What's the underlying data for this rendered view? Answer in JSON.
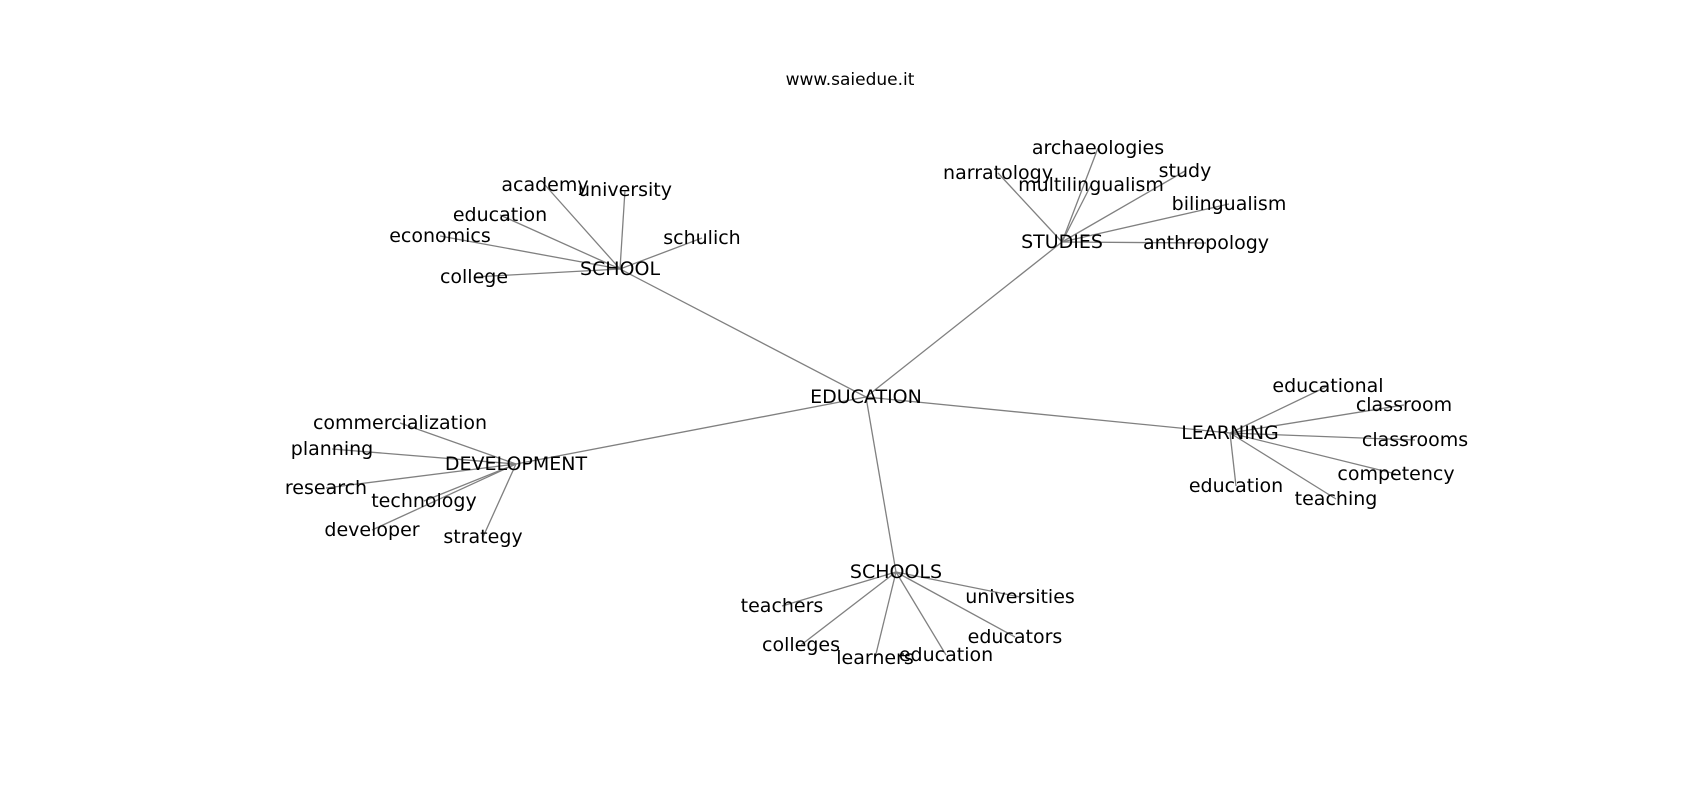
{
  "title": "www.saiedue.it",
  "graph": {
    "center": "EDUCATION",
    "hubs": [
      {
        "id": "school",
        "label": "SCHOOL",
        "leaves": [
          "academy",
          "university",
          "education",
          "economics",
          "schulich",
          "college"
        ]
      },
      {
        "id": "studies",
        "label": "STUDIES",
        "leaves": [
          "archaeologies",
          "narratology",
          "multilingualism",
          "study",
          "bilingualism",
          "anthropology"
        ]
      },
      {
        "id": "development",
        "label": "DEVELOPMENT",
        "leaves": [
          "commercialization",
          "planning",
          "research",
          "technology",
          "developer",
          "strategy"
        ]
      },
      {
        "id": "learning",
        "label": "LEARNING",
        "leaves": [
          "educational",
          "classroom",
          "classrooms",
          "competency",
          "education",
          "teaching"
        ]
      },
      {
        "id": "schools",
        "label": "SCHOOLS",
        "leaves": [
          "teachers",
          "universities",
          "educators",
          "colleges",
          "learners",
          "education"
        ]
      }
    ]
  },
  "colors": {
    "edge": "#808080",
    "text": "#000000",
    "background": "#ffffff"
  }
}
